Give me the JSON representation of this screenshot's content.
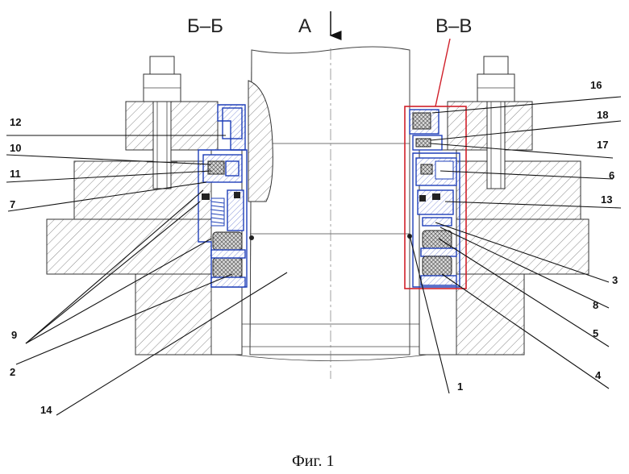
{
  "section_labels": {
    "left": "Б–Б",
    "center": "А",
    "right": "В–В"
  },
  "caption": "Фиг. 1",
  "colors": {
    "seal_outline": "#1e3fb8",
    "section_frame": "#d0202a",
    "line": "#111111"
  },
  "callouts": {
    "n1": "1",
    "n2": "2",
    "n3": "3",
    "n4": "4",
    "n5": "5",
    "n6": "6",
    "n7": "7",
    "n8": "8",
    "n9": "9",
    "n10": "10",
    "n11": "11",
    "n12": "12",
    "n13": "13",
    "n14": "14",
    "n16": "16",
    "n17": "17",
    "n18": "18"
  }
}
